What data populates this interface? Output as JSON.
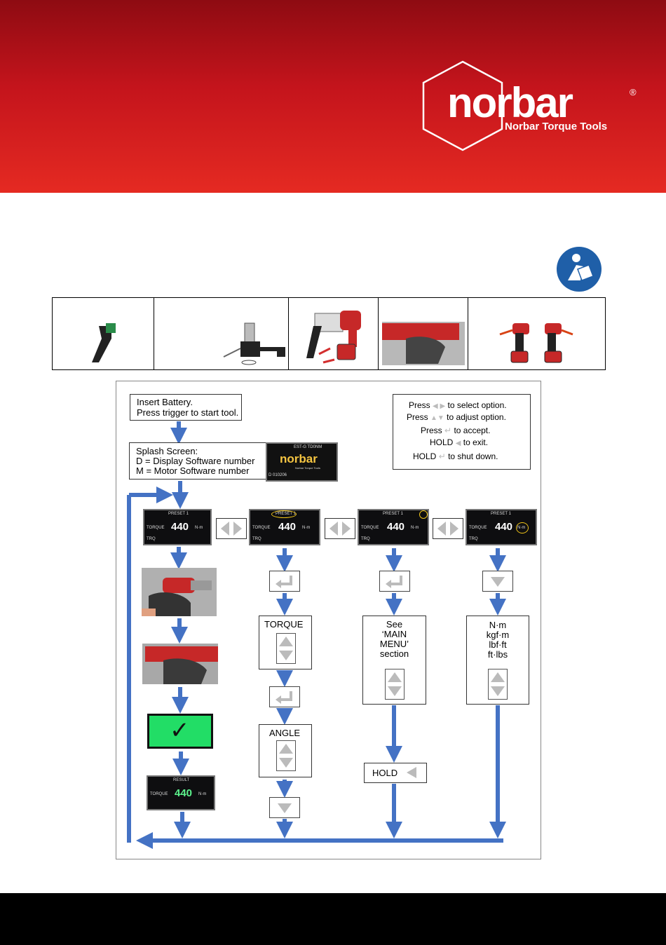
{
  "brand": {
    "name": "norbar",
    "registered": "®",
    "tagline": "Norbar Torque Tools"
  },
  "legend": {
    "line1_a": "Press",
    "line1_b": "to select option.",
    "line2_a": "Press",
    "line2_b": "to adjust option.",
    "line3_a": "Press",
    "line3_b": "to accept.",
    "line4_a": "HOLD",
    "line4_b": "to exit.",
    "line5_a": "HOLD",
    "line5_b": "to shut down."
  },
  "start": {
    "line1": "Insert Battery.",
    "line2": "Press trigger to start tool."
  },
  "splash": {
    "title": "Splash Screen:",
    "line_d": "D = Display Software number",
    "line_m": "M = Motor Software number",
    "screen_model": "EST-G TD0NM",
    "screen_logo": "norbar",
    "screen_sub": "Norbar Torque Tools",
    "screen_version": "D 010206"
  },
  "run_screen": {
    "preset": "PRESET 1",
    "torque_label": "TORQUE",
    "value": "440",
    "unit": "N·m",
    "trq": "TRQ"
  },
  "result_screen": {
    "title": "RESULT",
    "torque_label": "TORQUE",
    "value": "440",
    "unit": "N·m"
  },
  "check_mark": "✓",
  "col2": {
    "torque": "TORQUE",
    "angle": "ANGLE"
  },
  "col3": {
    "line1": "See",
    "line2": "‘MAIN",
    "line3": "MENU’",
    "line4": "section",
    "hold": "HOLD"
  },
  "col4": {
    "u1": "N·m",
    "u2": "kgf·m",
    "u3": "lbf·ft",
    "u4": "ft·lbs"
  },
  "colors": {
    "header_red": "#c4141c",
    "arrow_blue": "#4472c4",
    "check_green": "#22dd66"
  }
}
